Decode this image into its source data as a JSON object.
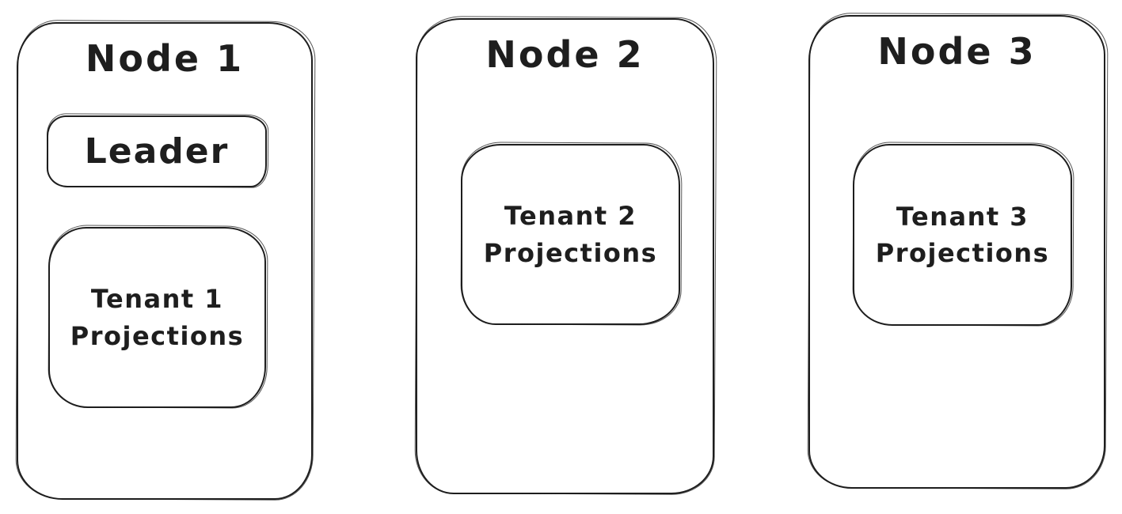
{
  "diagram": {
    "style": "hand-drawn",
    "ink_color": "#1e1e1e",
    "background_color": "#ffffff",
    "nodes": [
      {
        "title": "Node 1",
        "boxes": [
          {
            "label": "Leader"
          },
          {
            "label": "Tenant 1\nProjections"
          }
        ]
      },
      {
        "title": "Node 2",
        "boxes": [
          {
            "label": "Tenant 2\nProjections"
          }
        ]
      },
      {
        "title": "Node 3",
        "boxes": [
          {
            "label": "Tenant 3\nProjections"
          }
        ]
      }
    ]
  }
}
